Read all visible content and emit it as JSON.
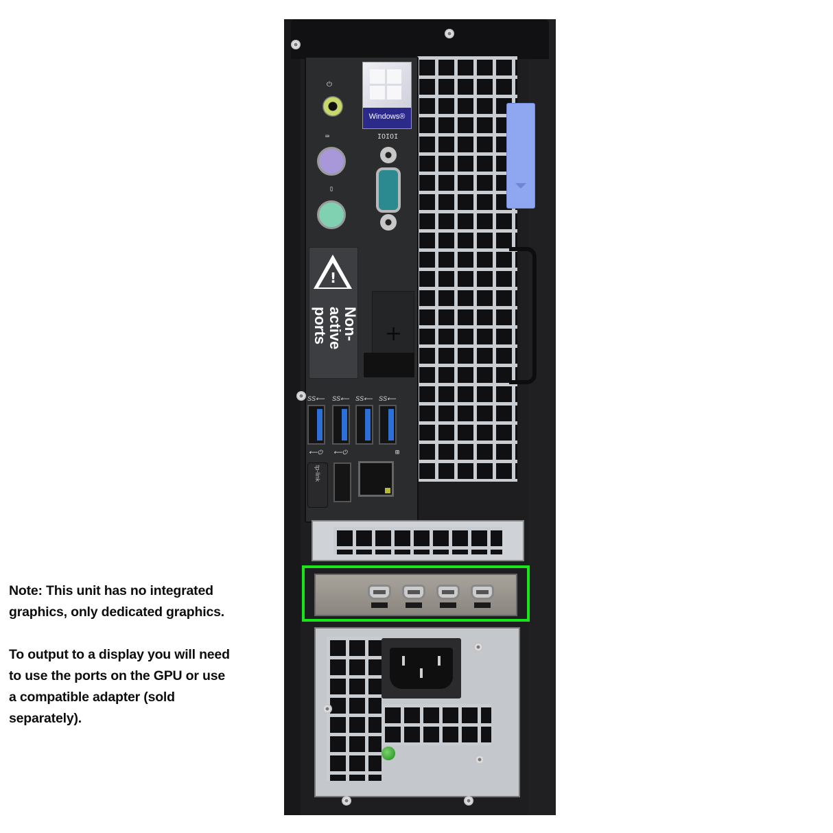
{
  "annotation": {
    "paragraphs": [
      "Note: This unit has no integrated graphics, only dedicated graphics.",
      "To output to a display you will need to use the ports on the GPU or use a compatible adapter (sold separately)."
    ],
    "highlight_color": "#19e619",
    "highlight_target": "GPU mini DisplayPort bracket"
  },
  "product_photo": {
    "subject": "Small form factor desktop PC, rear panel",
    "stickers": {
      "windows": "Windows®",
      "warning": "Non-active ports"
    },
    "port_labels": {
      "serial": "IOIOI",
      "usb3": "SS⟵",
      "usb2": "⟵⏻",
      "dongle_brand": "tp-link"
    },
    "ports": {
      "audio_out": 1,
      "ps2_keyboard": 1,
      "ps2_mouse": 1,
      "serial": 1,
      "usb3": 4,
      "usb2": 1,
      "usb_wifi_dongle": 1,
      "ethernet": 1,
      "gpu_mini_displayport": 4,
      "power_iec": 1
    },
    "colors": {
      "chassis": "#1e1e20",
      "mesh": "#c9ccd0",
      "usb3_blue": "#2d6fd8",
      "ps2_keyboard": "#a998d9",
      "ps2_mouse": "#7fd1b2",
      "serial": "#2a8a8f",
      "audio": "#c9d86a",
      "latch": "#8fa7f0",
      "psu_led": "#3fae3a"
    }
  }
}
